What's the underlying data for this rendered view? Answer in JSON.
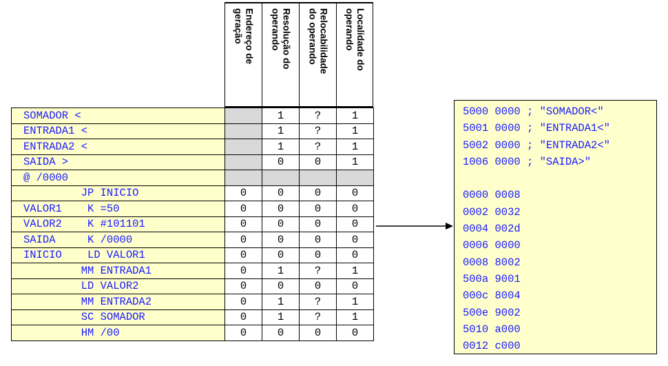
{
  "headers": [
    "Endereço de\ngeração",
    "Resolução do\noperando",
    "Relocabilidade\ndo operando",
    "Localidade do\noperando"
  ],
  "rows": [
    {
      "code": "SOMADOR <",
      "cells": [
        "",
        "1",
        "?",
        "1"
      ],
      "shade": [
        true,
        false,
        false,
        false
      ]
    },
    {
      "code": "ENTRADA1 <",
      "cells": [
        "",
        "1",
        "?",
        "1"
      ],
      "shade": [
        true,
        false,
        false,
        false
      ]
    },
    {
      "code": "ENTRADA2 <",
      "cells": [
        "",
        "1",
        "?",
        "1"
      ],
      "shade": [
        true,
        false,
        false,
        false
      ]
    },
    {
      "code": "SAIDA >",
      "cells": [
        "",
        "0",
        "0",
        "1"
      ],
      "shade": [
        true,
        false,
        false,
        false
      ]
    },
    {
      "code": "@ /0000",
      "cells": [
        "",
        "",
        "",
        ""
      ],
      "shade": [
        true,
        true,
        true,
        true
      ]
    },
    {
      "code": "         JP INICIO",
      "cells": [
        "0",
        "0",
        "0",
        "0"
      ],
      "shade": [
        false,
        false,
        false,
        false
      ]
    },
    {
      "code": "VALOR1    K =50",
      "cells": [
        "0",
        "0",
        "0",
        "0"
      ],
      "shade": [
        false,
        false,
        false,
        false
      ]
    },
    {
      "code": "VALOR2    K #101101",
      "cells": [
        "0",
        "0",
        "0",
        "0"
      ],
      "shade": [
        false,
        false,
        false,
        false
      ]
    },
    {
      "code": "SAIDA     K /0000",
      "cells": [
        "0",
        "0",
        "0",
        "0"
      ],
      "shade": [
        false,
        false,
        false,
        false
      ]
    },
    {
      "code": "INICIO    LD VALOR1",
      "cells": [
        "0",
        "0",
        "0",
        "0"
      ],
      "shade": [
        false,
        false,
        false,
        false
      ]
    },
    {
      "code": "         MM ENTRADA1",
      "cells": [
        "0",
        "1",
        "?",
        "1"
      ],
      "shade": [
        false,
        false,
        false,
        false
      ]
    },
    {
      "code": "         LD VALOR2",
      "cells": [
        "0",
        "0",
        "0",
        "0"
      ],
      "shade": [
        false,
        false,
        false,
        false
      ]
    },
    {
      "code": "         MM ENTRADA2",
      "cells": [
        "0",
        "1",
        "?",
        "1"
      ],
      "shade": [
        false,
        false,
        false,
        false
      ]
    },
    {
      "code": "         SC SOMADOR",
      "cells": [
        "0",
        "1",
        "?",
        "1"
      ],
      "shade": [
        false,
        false,
        false,
        false
      ]
    },
    {
      "code": "         HM /00",
      "cells": [
        "0",
        "0",
        "0",
        "0"
      ],
      "shade": [
        false,
        false,
        false,
        false
      ]
    }
  ],
  "object_code": [
    "5000 0000 ; \"SOMADOR<\"",
    "5001 0000 ; \"ENTRADA1<\"",
    "5002 0000 ; \"ENTRADA2<\"",
    "1006 0000 ; \"SAIDA>\"",
    "",
    "0000 0008",
    "0002 0032",
    "0004 002d",
    "0006 0000",
    "0008 8002",
    "500a 9001",
    "000c 8004",
    "500e 9002",
    "5010 a000",
    "0012 c000"
  ],
  "colors": {
    "code_text": "#1a1aff",
    "code_bg": "#ffffcc",
    "shade": "#d9d9d9"
  }
}
